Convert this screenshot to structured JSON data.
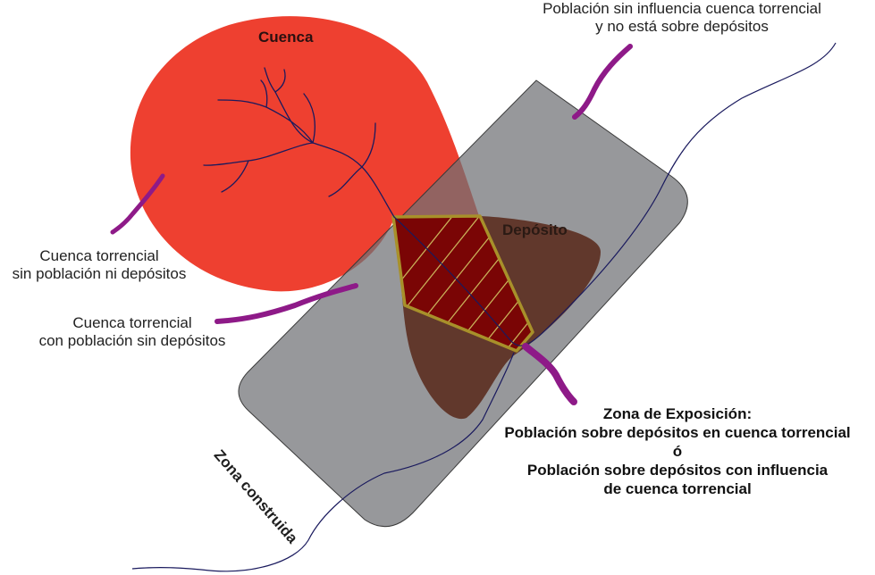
{
  "labels": {
    "cuenca": "Cuenca",
    "deposito": "Depósito",
    "zona_construida": "Zona construida",
    "no_influence": {
      "line1": "Población sin influencia cuenca torrencial",
      "line2": "y no está sobre depósitos"
    },
    "cuenca_sin_poblacion": {
      "line1": "Cuenca torrencial",
      "line2": "sin población ni depósitos"
    },
    "cuenca_con_poblacion": {
      "line1": "Cuenca torrencial",
      "line2": "con población sin depósitos"
    },
    "exposicion": {
      "line1": "Zona de Exposición:",
      "line2": "Población sobre depósitos en cuenca torrencial",
      "line3": "ó",
      "line4": "Población sobre depósitos con influencia",
      "line5": "de cuenca torrencial"
    }
  },
  "colors": {
    "cuenca_fill": "#ee4030",
    "zona_fill": "#6f7074",
    "deposito_fill": "#5a2a1c",
    "exposure_fill": "#7a0505",
    "exposure_border": "#a8902a",
    "river": "#1a1a5e",
    "pointer": "#8e1a88"
  }
}
